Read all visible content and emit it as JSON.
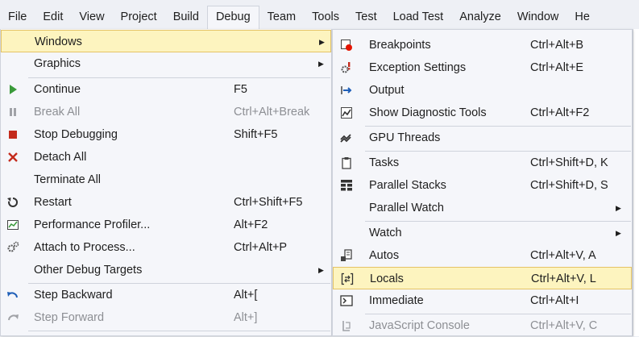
{
  "menubar": {
    "items": [
      "File",
      "Edit",
      "View",
      "Project",
      "Build",
      "Debug",
      "Team",
      "Tools",
      "Test",
      "Load Test",
      "Analyze",
      "Window",
      "He"
    ]
  },
  "debug_menu": {
    "windows": "Windows",
    "graphics": "Graphics",
    "continue": {
      "label": "Continue",
      "shortcut": "F5"
    },
    "break_all": {
      "label": "Break All",
      "shortcut": "Ctrl+Alt+Break"
    },
    "stop_debugging": {
      "label": "Stop Debugging",
      "shortcut": "Shift+F5"
    },
    "detach_all": {
      "label": "Detach All"
    },
    "terminate_all": {
      "label": "Terminate All"
    },
    "restart": {
      "label": "Restart",
      "shortcut": "Ctrl+Shift+F5"
    },
    "performance_profiler": {
      "label": "Performance Profiler...",
      "shortcut": "Alt+F2"
    },
    "attach_to_process": {
      "label": "Attach to Process...",
      "shortcut": "Ctrl+Alt+P"
    },
    "other_debug_targets": {
      "label": "Other Debug Targets"
    },
    "step_backward": {
      "label": "Step Backward",
      "shortcut": "Alt+["
    },
    "step_forward": {
      "label": "Step Forward",
      "shortcut": "Alt+]"
    }
  },
  "windows_menu": {
    "breakpoints": {
      "label": "Breakpoints",
      "shortcut": "Ctrl+Alt+B"
    },
    "exception_settings": {
      "label": "Exception Settings",
      "shortcut": "Ctrl+Alt+E"
    },
    "output": {
      "label": "Output"
    },
    "show_diagnostic_tools": {
      "label": "Show Diagnostic Tools",
      "shortcut": "Ctrl+Alt+F2"
    },
    "gpu_threads": {
      "label": "GPU Threads"
    },
    "tasks": {
      "label": "Tasks",
      "shortcut": "Ctrl+Shift+D, K"
    },
    "parallel_stacks": {
      "label": "Parallel Stacks",
      "shortcut": "Ctrl+Shift+D, S"
    },
    "parallel_watch": {
      "label": "Parallel Watch"
    },
    "watch": {
      "label": "Watch"
    },
    "autos": {
      "label": "Autos",
      "shortcut": "Ctrl+Alt+V, A"
    },
    "locals": {
      "label": "Locals",
      "shortcut": "Ctrl+Alt+V, L"
    },
    "immediate": {
      "label": "Immediate",
      "shortcut": "Ctrl+Alt+I"
    },
    "javascript_console": {
      "label": "JavaScript Console",
      "shortcut": "Ctrl+Alt+V, C"
    }
  },
  "icons": {
    "arrow": "right-arrow-icon"
  },
  "colors": {
    "highlight_bg": "#fdf4bf",
    "highlight_border": "#e5c365",
    "continue_green": "#3a9a3a",
    "stop_red": "#c42b1c",
    "breakpoint_red": "#e51400",
    "disabled_text": "#8d8f94"
  }
}
